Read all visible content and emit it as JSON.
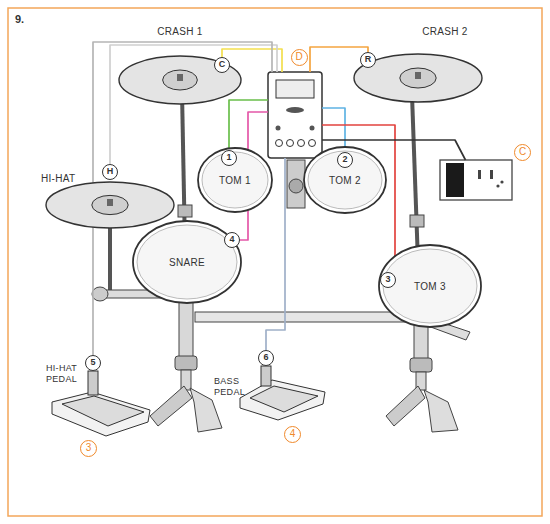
{
  "diagram": {
    "nodes": [
      {
        "text": [
          "CRASH 1"
        ]
      },
      {
        "text": [
          "C"
        ],
        "in": 0
      },
      {
        "text": [
          "D"
        ]
      },
      {
        "text": [
          "CRASH 2"
        ]
      },
      {
        "text": [
          "R"
        ],
        "in": 3
      },
      {
        "text": [
          "HI-HAT"
        ]
      },
      {
        "text": [
          "H"
        ],
        "in": 5
      },
      {
        "text": [
          "TOM 1"
        ]
      },
      {
        "text": [
          "1"
        ],
        "in": 7
      },
      {
        "text": [
          "TOM 2"
        ]
      },
      {
        "text": [
          "2"
        ],
        "in": 9
      },
      {
        "text": [
          "C"
        ]
      },
      {
        "text": [
          "SNARE"
        ]
      },
      {
        "text": [
          "4"
        ],
        "in": 12
      },
      {
        "text": [
          "TOM 3"
        ]
      },
      {
        "text": [
          "3"
        ],
        "in": 14
      },
      {
        "text": [
          "HI-HAT PEDAL"
        ]
      },
      {
        "text": [
          "5"
        ],
        "in": 16
      },
      {
        "text": [
          "BASS PEDAL"
        ]
      },
      {
        "text": [
          "6"
        ],
        "in": 18
      }
    ],
    "edges": [
      {
        "from": 2,
        "to": 1,
        "arrow": "none"
      },
      {
        "from": 2,
        "to": 4,
        "arrow": "none"
      },
      {
        "from": 2,
        "to": 6,
        "arrow": "none"
      },
      {
        "from": 2,
        "to": 17,
        "arrow": "none"
      },
      {
        "from": 2,
        "to": 8,
        "arrow": "none"
      },
      {
        "from": 2,
        "to": 13,
        "arrow": "none"
      },
      {
        "from": 2,
        "to": 10,
        "arrow": "none"
      },
      {
        "from": 2,
        "to": 15,
        "arrow": "none"
      },
      {
        "from": 2,
        "to": 11,
        "arrow": "none"
      },
      {
        "from": 2,
        "to": 19,
        "arrow": "none"
      }
    ],
    "labels": [
      "9.",
      "3",
      "4"
    ]
  }
}
